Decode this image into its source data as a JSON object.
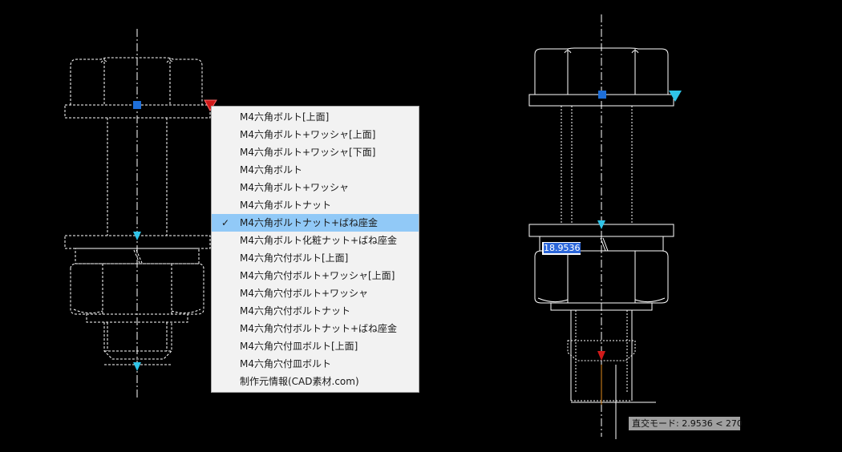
{
  "context_menu": {
    "items": [
      {
        "label": "M4六角ボルト[上面]",
        "checked": false
      },
      {
        "label": "M4六角ボルト+ワッシャ[上面]",
        "checked": false
      },
      {
        "label": "M4六角ボルト+ワッシャ[下面]",
        "checked": false
      },
      {
        "label": "M4六角ボルト",
        "checked": false
      },
      {
        "label": "M4六角ボルト+ワッシャ",
        "checked": false
      },
      {
        "label": "M4六角ボルトナット",
        "checked": false
      },
      {
        "label": "M4六角ボルトナット+ばね座金",
        "checked": true
      },
      {
        "label": "M4六角ボルト化粧ナット+ばね座金",
        "checked": false
      },
      {
        "label": "M4六角穴付ボルト[上面]",
        "checked": false
      },
      {
        "label": "M4六角穴付ボルト+ワッシャ[上面]",
        "checked": false
      },
      {
        "label": "M4六角穴付ボルト+ワッシャ",
        "checked": false
      },
      {
        "label": "M4六角穴付ボルトナット",
        "checked": false
      },
      {
        "label": "M4六角穴付ボルトナット+ばね座金",
        "checked": false
      },
      {
        "label": "M4六角穴付皿ボルト[上面]",
        "checked": false
      },
      {
        "label": "M4六角穴付皿ボルト",
        "checked": false
      },
      {
        "label": "制作元情報(CAD素材.com)",
        "checked": false
      }
    ],
    "check_glyph": "✓"
  },
  "dimension_input": {
    "value": "18.9536"
  },
  "status_tooltip": {
    "text": "直交モード: 2.9536 < 270"
  },
  "colors": {
    "background": "#000000",
    "geometry": "#ffffff",
    "grip_blue": "#1e6fd9",
    "marker_cyan": "#2fc4e8",
    "marker_red": "#d11a1a",
    "menu_bg": "#f2f2f2",
    "menu_highlight": "#91c9f7"
  },
  "icons": {
    "grip": "square-grip-icon",
    "insertion_marker": "triangle-marker-icon"
  }
}
